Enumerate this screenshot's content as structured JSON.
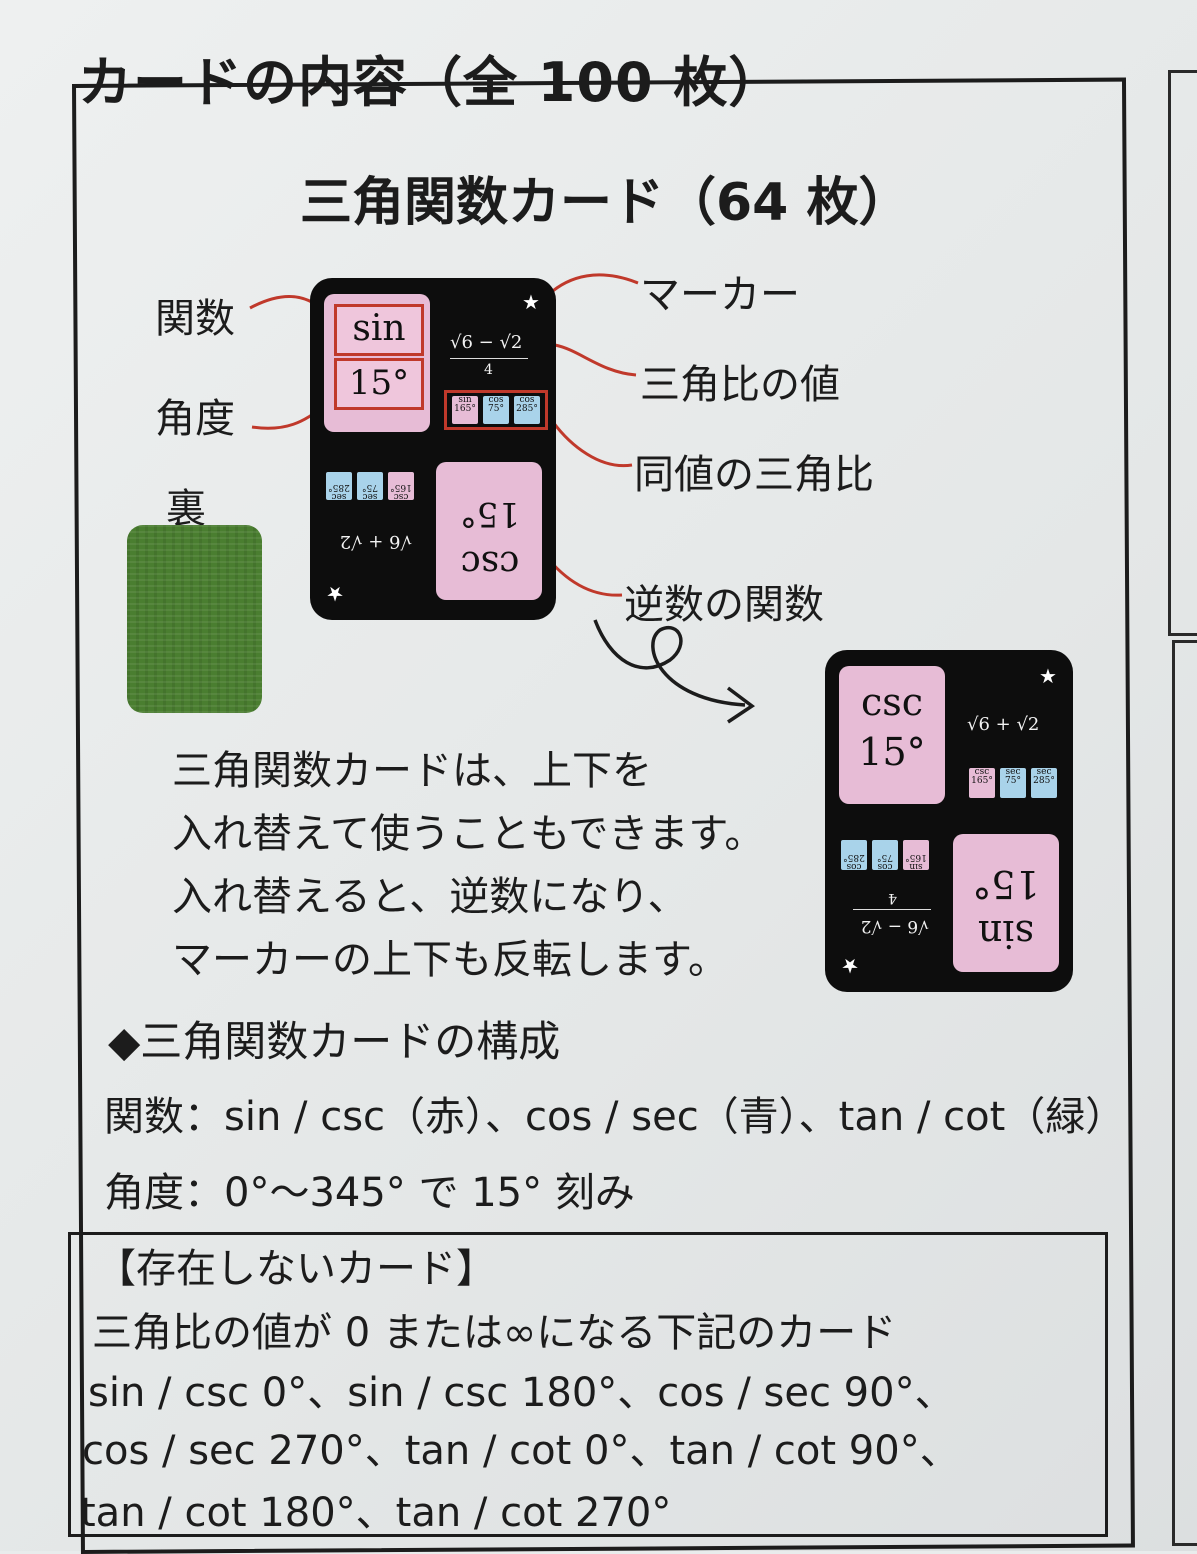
{
  "header": {
    "title": "カードの内容（全 100 枚）"
  },
  "section": {
    "title": "三角関数カード（64 枚）"
  },
  "labels": {
    "function": "関数",
    "angle": "角度",
    "back": "裏"
  },
  "callouts": {
    "marker": "マーカー",
    "ratio_value": "三角比の値",
    "same_value_ratios": "同値の三角比",
    "reciprocal_function": "逆数の関数"
  },
  "card_front": {
    "function": "sin",
    "angle": "15°",
    "value_numerator": "√6 − √2",
    "value_denominator": "4",
    "chips": [
      {
        "fn": "sin",
        "ang": "165°",
        "color": "#e7bcd6"
      },
      {
        "fn": "cos",
        "ang": "75°",
        "color": "#a9d3ea"
      },
      {
        "fn": "cos",
        "ang": "285°",
        "color": "#a9d3ea"
      }
    ],
    "flipped_function": "csc",
    "flipped_angle": "15°",
    "flipped_value": "√6 + √2",
    "flipped_chips": [
      {
        "fn": "csc",
        "ang": "165°",
        "color": "#e7bcd6"
      },
      {
        "fn": "sec",
        "ang": "75°",
        "color": "#a9d3ea"
      },
      {
        "fn": "sec",
        "ang": "285°",
        "color": "#a9d3ea"
      }
    ]
  },
  "card_turned": {
    "function": "csc",
    "angle": "15°",
    "value": "√6 + √2",
    "chips": [
      {
        "fn": "csc",
        "ang": "165°",
        "color": "#e7bcd6"
      },
      {
        "fn": "sec",
        "ang": "75°",
        "color": "#a9d3ea"
      },
      {
        "fn": "sec",
        "ang": "285°",
        "color": "#a9d3ea"
      }
    ],
    "flipped_function": "sin",
    "flipped_angle": "15°",
    "flipped_value_numerator": "√6 − √2",
    "flipped_value_denominator": "4",
    "flipped_chips": [
      {
        "fn": "sin",
        "ang": "165°",
        "color": "#e7bcd6"
      },
      {
        "fn": "cos",
        "ang": "75°",
        "color": "#a9d3ea"
      },
      {
        "fn": "cos",
        "ang": "285°",
        "color": "#a9d3ea"
      }
    ]
  },
  "description": [
    "三角関数カードは、上下を",
    "入れ替えて使うこともできます。",
    "入れ替えると、逆数になり、",
    "マーカーの上下も反転します。"
  ],
  "composition": {
    "heading": "◆三角関数カードの構成",
    "functions": "関数：sin / csc（赤）、cos / sec（青）、tan / cot（緑）",
    "angles": "角度：0°～345° で 15° 刻み"
  },
  "nonexistent": {
    "heading": "【存在しないカード】",
    "intro": "三角比の値が 0 または∞になる下記のカード",
    "lines": [
      "sin / csc 0°、sin / csc 180°、cos / sec 90°、",
      "cos / sec 270°、tan / cot 0°、tan / cot 90°、",
      "tan / cot 180°、tan / cot 270°"
    ]
  },
  "colors": {
    "accent_red": "#c0392b",
    "card_black": "#0d0d0d",
    "pink": "#e7bcd6",
    "blue": "#a9d3ea",
    "back_green": "#4a7e30"
  }
}
